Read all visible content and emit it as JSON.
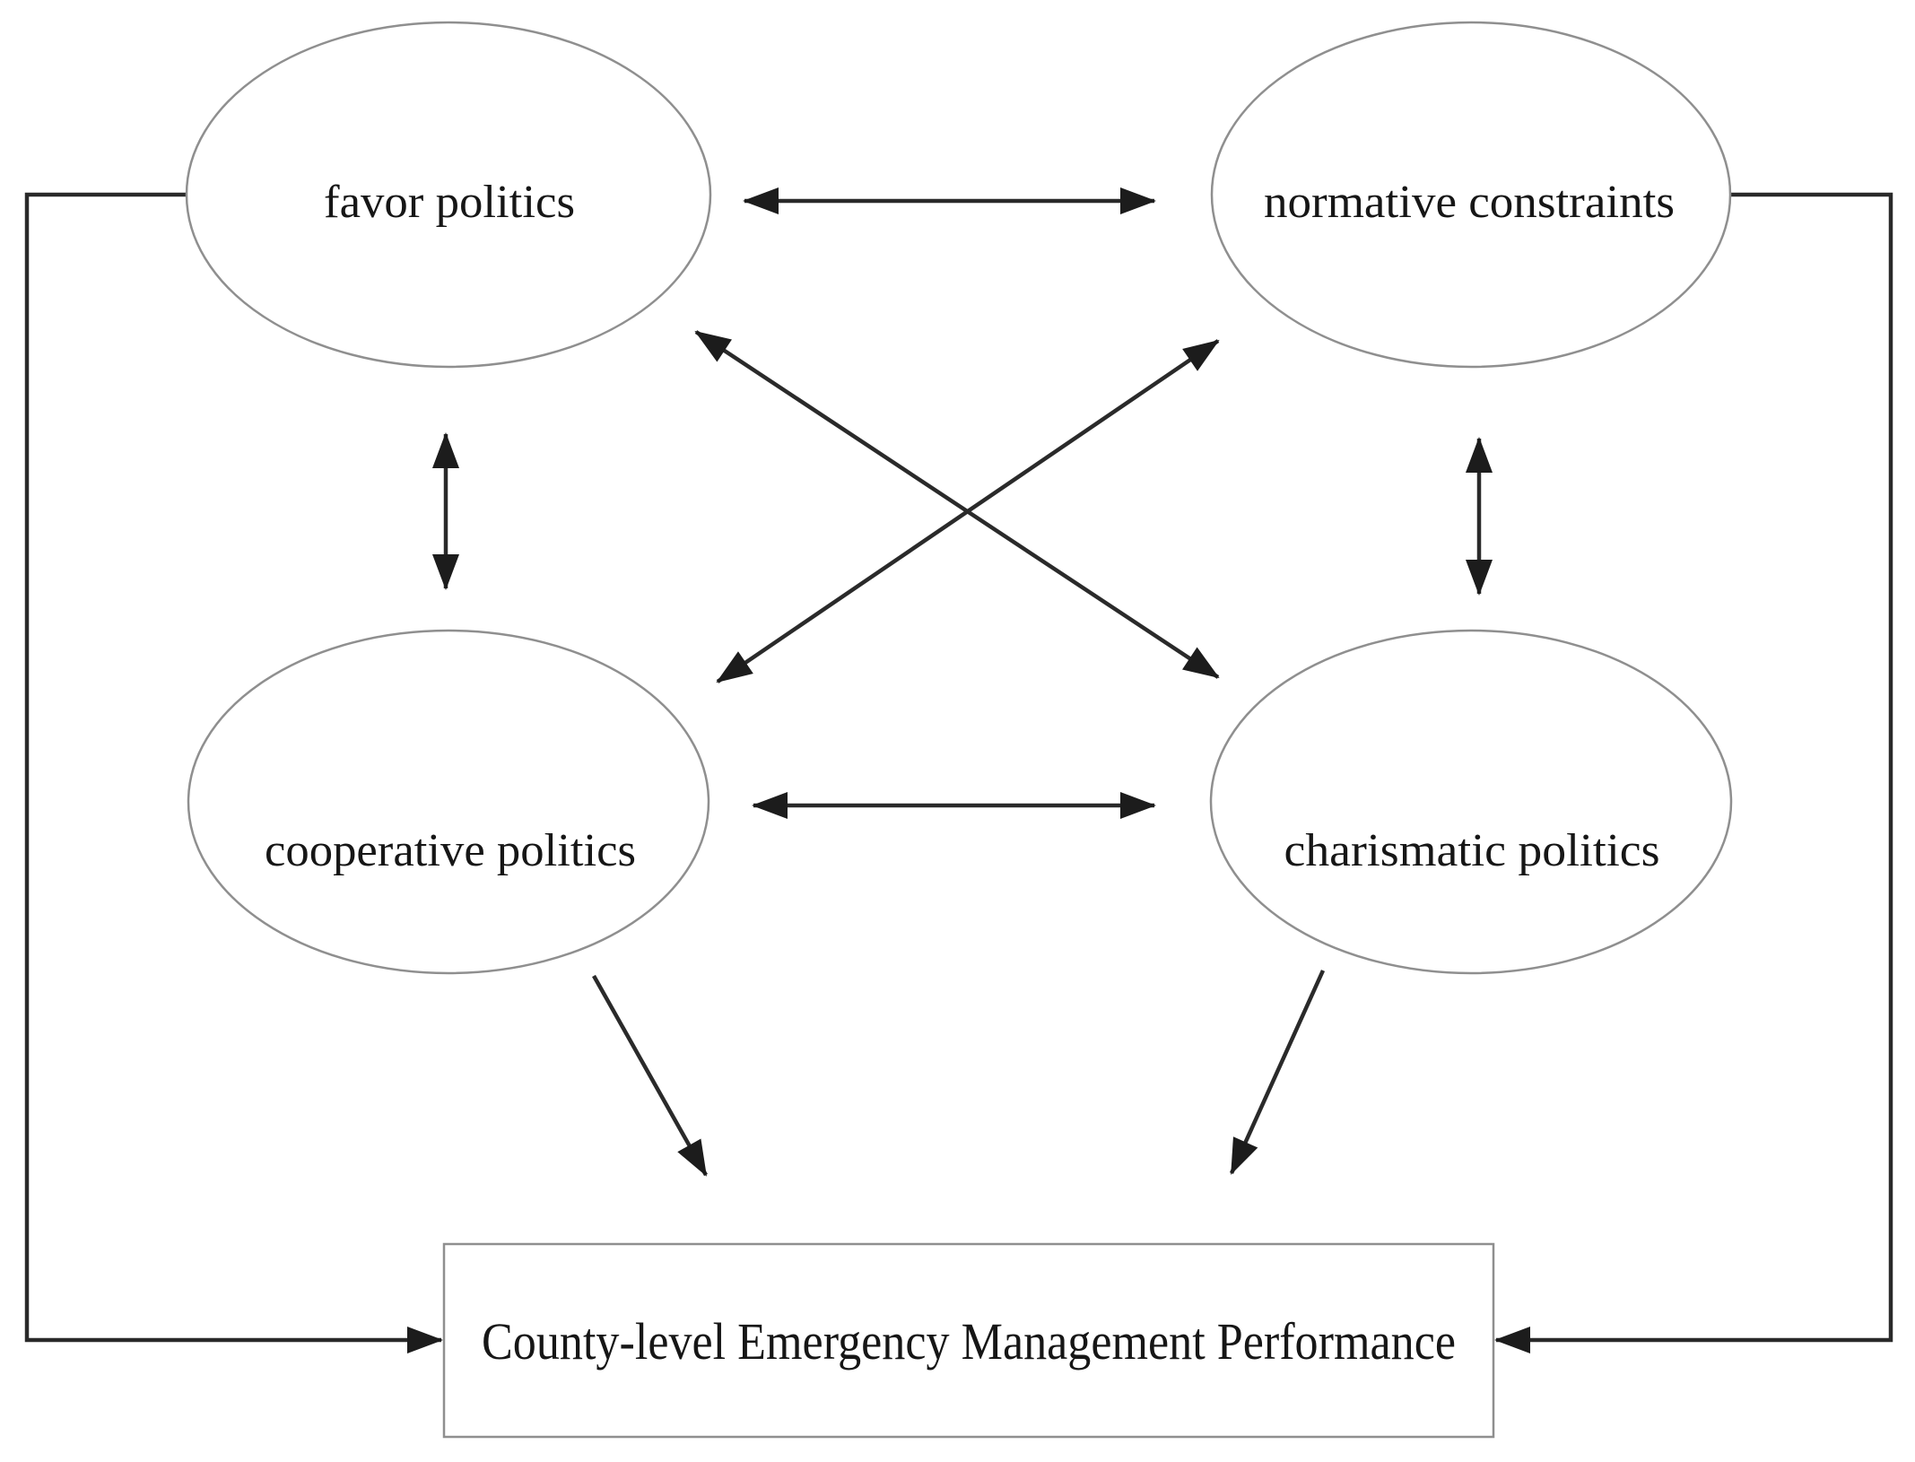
{
  "figure": {
    "type": "path-diagram",
    "nodes": {
      "favor": {
        "label": "favor politics",
        "shape": "ellipse"
      },
      "normative": {
        "label": "normative constraints",
        "shape": "ellipse"
      },
      "cooperative": {
        "label": "cooperative politics",
        "shape": "ellipse"
      },
      "charismatic": {
        "label": "charismatic politics",
        "shape": "ellipse"
      },
      "performance": {
        "label": "County-level Emergency Management Performance",
        "shape": "rectangle"
      }
    },
    "edges": [
      {
        "source": "favor",
        "target": "normative",
        "style": "double-headed"
      },
      {
        "source": "favor",
        "target": "cooperative",
        "style": "double-headed"
      },
      {
        "source": "normative",
        "target": "charismatic",
        "style": "double-headed"
      },
      {
        "source": "cooperative",
        "target": "charismatic",
        "style": "double-headed"
      },
      {
        "source": "favor",
        "target": "charismatic",
        "style": "double-headed"
      },
      {
        "source": "cooperative",
        "target": "normative",
        "style": "double-headed"
      },
      {
        "source": "cooperative",
        "target": "performance",
        "style": "single-headed"
      },
      {
        "source": "charismatic",
        "target": "performance",
        "style": "single-headed"
      },
      {
        "source": "favor",
        "target": "performance",
        "style": "single-headed"
      },
      {
        "source": "normative",
        "target": "performance",
        "style": "single-headed"
      }
    ],
    "colors": {
      "background": "#ffffff",
      "shape_stroke": "#8f8f8f",
      "arrow": "#2a2a2a",
      "text": "#161616"
    }
  }
}
